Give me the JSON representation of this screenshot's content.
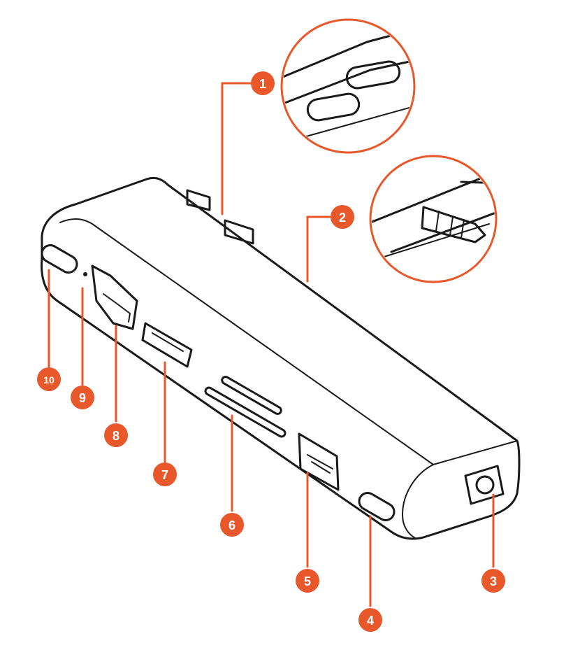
{
  "colors": {
    "accent": "#e8582a",
    "outline": "#1a1a1a",
    "background": "#ffffff"
  },
  "callouts": [
    {
      "label": "1"
    },
    {
      "label": "2"
    },
    {
      "label": "3"
    },
    {
      "label": "4"
    },
    {
      "label": "5"
    },
    {
      "label": "6"
    },
    {
      "label": "7"
    },
    {
      "label": "8"
    },
    {
      "label": "9"
    },
    {
      "label": "10"
    }
  ]
}
